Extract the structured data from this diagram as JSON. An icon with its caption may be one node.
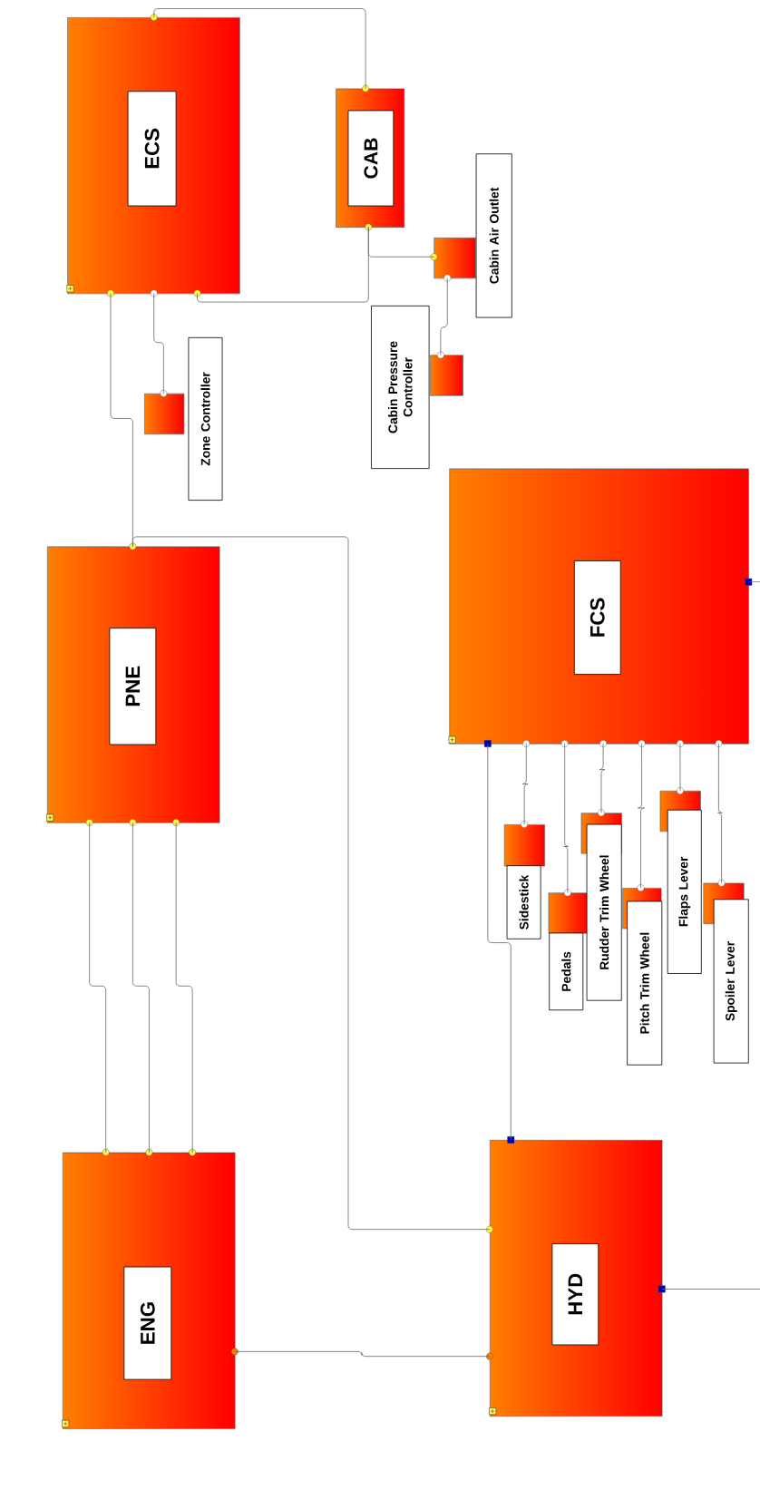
{
  "diagram": {
    "nodes": [
      {
        "text": [
          "ECS"
        ]
      },
      {
        "text": [
          "CAB"
        ]
      },
      {
        "text": [
          "Cabin Air Outlet"
        ]
      },
      {
        "text": [
          "Cabin Pressure Controller"
        ]
      },
      {
        "text": [
          "Zone Controller"
        ]
      },
      {
        "text": [
          "PNE"
        ]
      },
      {
        "text": [
          "FCS"
        ]
      },
      {
        "text": [
          "Sidestick"
        ]
      },
      {
        "text": [
          "Pedals"
        ]
      },
      {
        "text": [
          "Rudder Trim Wheel"
        ]
      },
      {
        "text": [
          "Pitch Trim Wheel"
        ]
      },
      {
        "text": [
          "Flaps Lever"
        ]
      },
      {
        "text": [
          "Spoiler Lever"
        ]
      },
      {
        "text": [
          "ENG"
        ]
      },
      {
        "text": [
          "HYD"
        ]
      }
    ],
    "edges": [
      {
        "from": 0,
        "to": 1,
        "arrow": "none"
      },
      {
        "from": 0,
        "to": 1,
        "arrow": "none"
      },
      {
        "from": 1,
        "to": 2,
        "arrow": "none"
      },
      {
        "from": 2,
        "to": 3,
        "arrow": "none"
      },
      {
        "from": 0,
        "to": 4,
        "arrow": "none"
      },
      {
        "from": 0,
        "to": 5,
        "arrow": "none"
      },
      {
        "from": 5,
        "to": 14,
        "arrow": "none"
      },
      {
        "from": 5,
        "to": 13,
        "arrow": "none"
      },
      {
        "from": 5,
        "to": 13,
        "arrow": "none"
      },
      {
        "from": 5,
        "to": 13,
        "arrow": "none"
      },
      {
        "from": 13,
        "to": 14,
        "arrow": "none"
      },
      {
        "from": 6,
        "to": 14,
        "arrow": "none"
      },
      {
        "from": 6,
        "to": 7,
        "arrow": "none"
      },
      {
        "from": 6,
        "to": 8,
        "arrow": "none"
      },
      {
        "from": 6,
        "to": 9,
        "arrow": "none"
      },
      {
        "from": 6,
        "to": 10,
        "arrow": "none"
      },
      {
        "from": 6,
        "to": 11,
        "arrow": "none"
      },
      {
        "from": 6,
        "to": 12,
        "arrow": "none"
      },
      {
        "from": 6,
        "to": null,
        "arrow": "none"
      },
      {
        "from": 14,
        "to": null,
        "arrow": "none"
      }
    ]
  }
}
